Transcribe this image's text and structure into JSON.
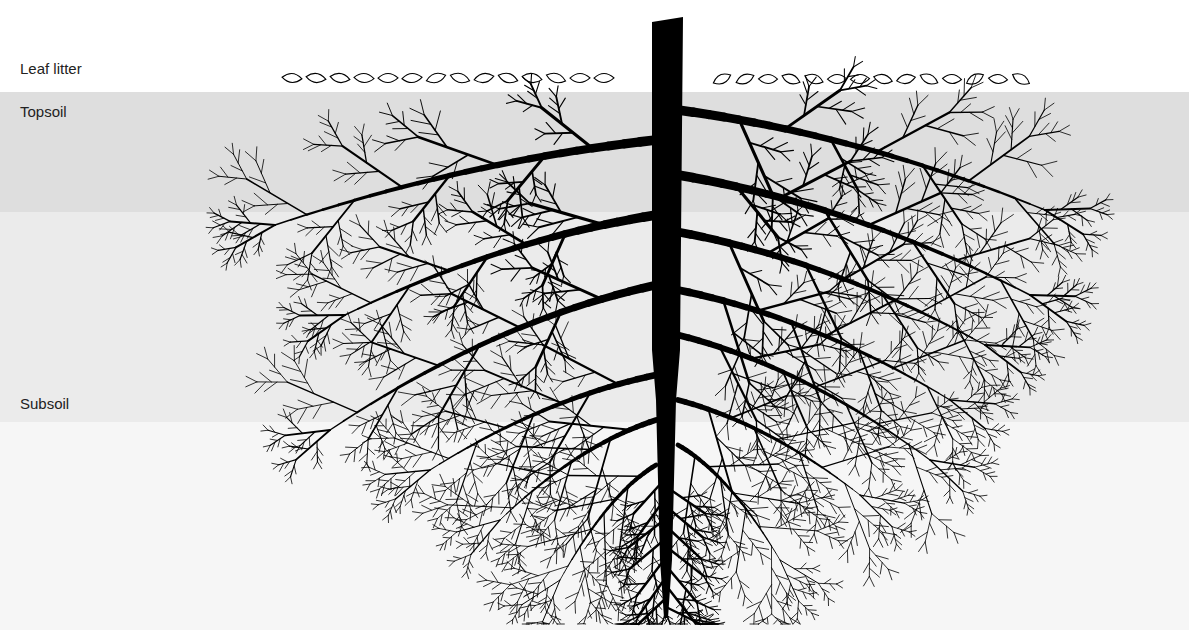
{
  "diagram": {
    "labels": [
      "Leaf litter",
      "Topsoil",
      "Subsoil"
    ]
  }
}
